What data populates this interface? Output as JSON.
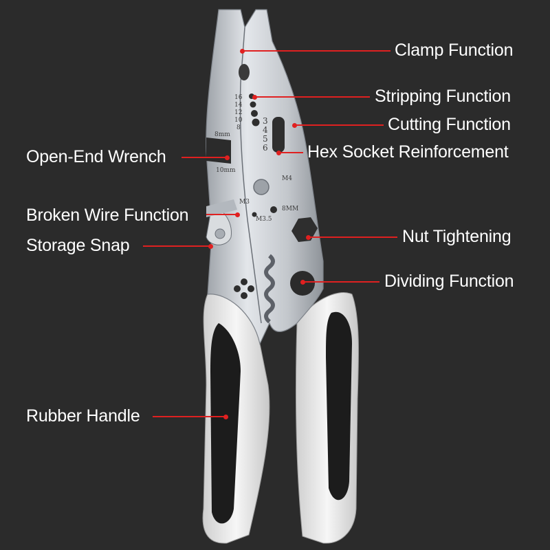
{
  "colors": {
    "background": "#2b2b2b",
    "accent_line": "#e02020",
    "label_text": "#ffffff",
    "steel": "#c9cdd2",
    "handle_white": "#ececec",
    "handle_black": "#1a1a1a"
  },
  "callouts": {
    "clamp": "Clamp Function",
    "stripping": "Stripping Function",
    "cutting": "Cutting Function",
    "hex_socket": "Hex Socket Reinforcement",
    "open_end_wrench": "Open-End Wrench",
    "broken_wire": "Broken Wire Function",
    "storage_snap": "Storage Snap",
    "nut_tightening": "Nut Tightening",
    "dividing": "Dividing Function",
    "rubber_handle": "Rubber Handle"
  },
  "tool_markings": {
    "gauges": [
      "16",
      "14",
      "12",
      "10",
      "8"
    ],
    "hex_sizes": [
      "3",
      "4",
      "5",
      "6"
    ],
    "wrench_small": "8mm",
    "wrench_large": "10mm",
    "thread_m4": "M4",
    "thread_m3": "M3",
    "thread_m35": "M3.5",
    "thread_8mm": "8MM"
  }
}
